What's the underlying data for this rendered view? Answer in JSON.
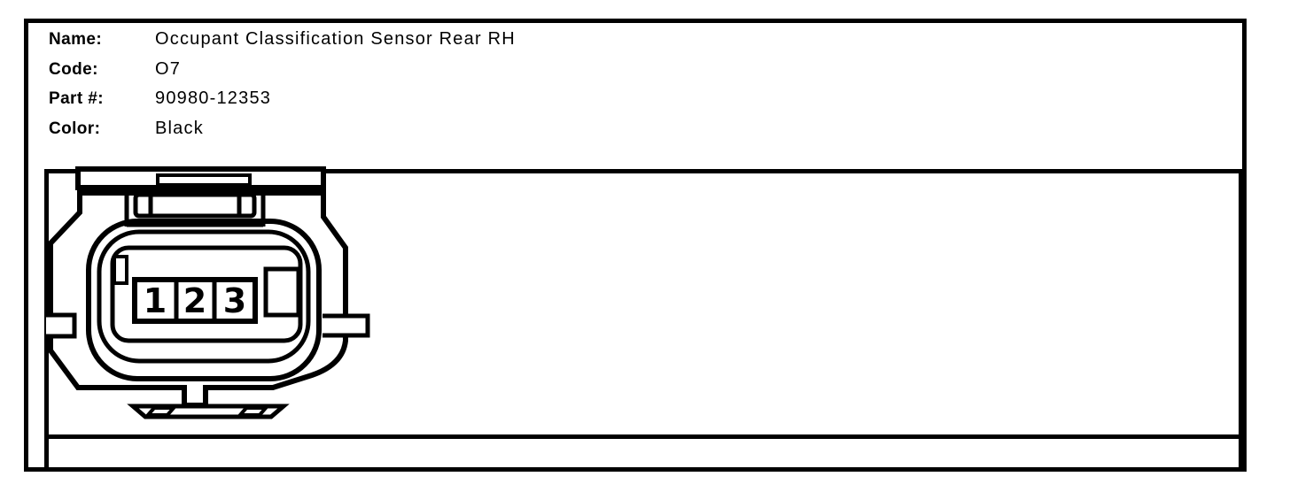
{
  "page": {
    "background": "#ffffff",
    "ink": "#000000"
  },
  "header": {
    "rows": [
      {
        "label": "Name:",
        "value": "Occupant Classification Sensor Rear RH"
      },
      {
        "label": "Code:",
        "value": "O7"
      },
      {
        "label": "Part #:",
        "value": "90980-12353"
      },
      {
        "label": "Color:",
        "value": "Black"
      }
    ]
  },
  "connector": {
    "pins": [
      "1",
      "2",
      "3"
    ]
  }
}
